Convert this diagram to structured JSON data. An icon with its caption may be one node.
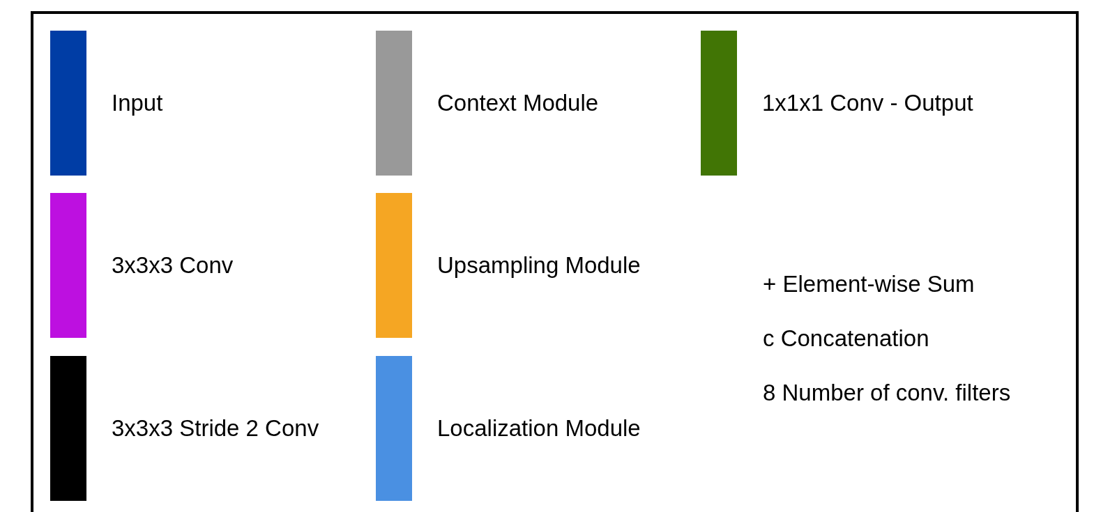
{
  "diagram": {
    "legend": [
      {
        "text": "Input",
        "color": "#003da5"
      },
      {
        "text": "Context Module",
        "color": "#999999"
      },
      {
        "text": "1x1x1 Conv - Output",
        "color": "#417505"
      },
      {
        "text": "3x3x3 Conv",
        "color": "#bd10e0"
      },
      {
        "text": "Upsampling Module",
        "color": "#f5a623"
      },
      {
        "text": "3x3x3 Stride 2 Conv",
        "color": "#000000"
      },
      {
        "text": "Localization Module",
        "color": "#4a90e2"
      }
    ],
    "labels": [
      "+ Element-wise Sum",
      "c Concatenation",
      "8 Number of conv. filters"
    ]
  }
}
